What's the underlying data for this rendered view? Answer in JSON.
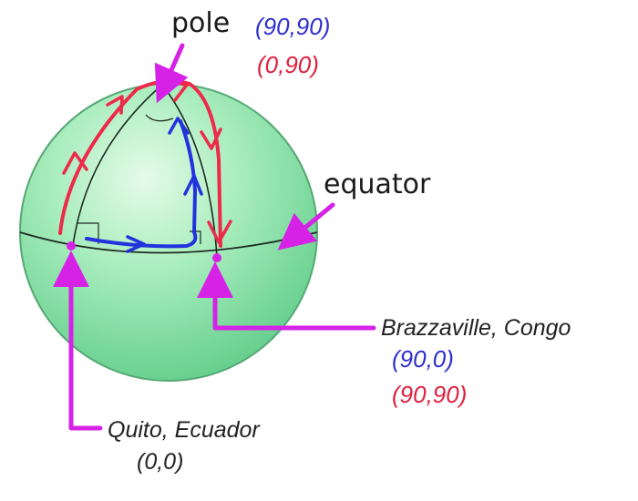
{
  "labels": {
    "pole": "pole",
    "pole_blue": "(90,90)",
    "pole_red": "(0,90)",
    "equator": "equator",
    "brazzaville": "Brazzaville, Congo",
    "brazzaville_blue": "(90,0)",
    "brazzaville_red": "(90,90)",
    "quito": "Quito, Ecuador",
    "quito_coords": "(0,0)"
  },
  "colors": {
    "sphere": "#a8edbd",
    "arrow_callout": "#d622e6",
    "path_blue": "#2233dd",
    "path_red": "#ee2a4a",
    "label_blue": "#2f2fd0",
    "label_red": "#e02040"
  }
}
